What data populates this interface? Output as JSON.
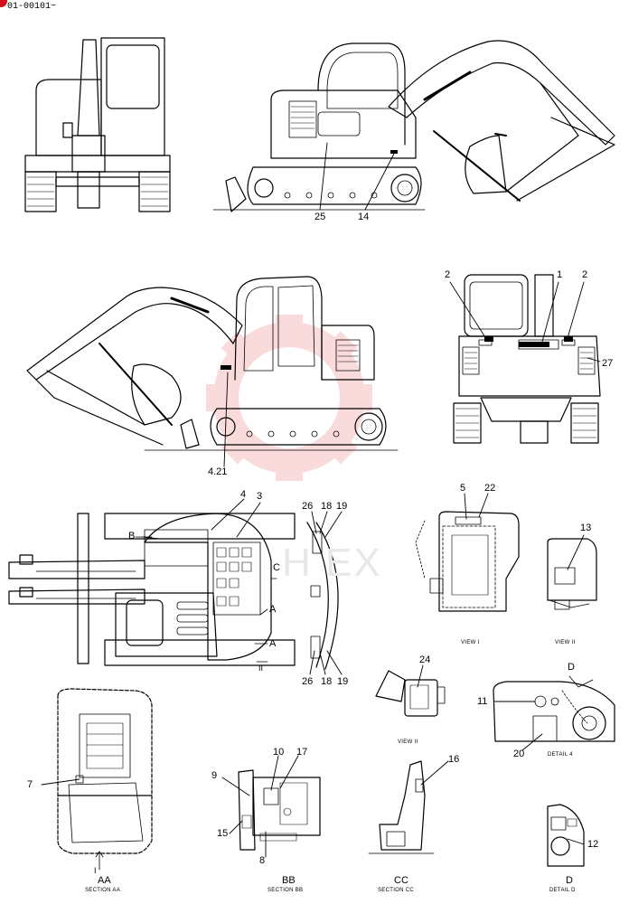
{
  "header": {
    "code": "01-00101~",
    "accent": "#d0101a"
  },
  "watermark": {
    "text": "H EX",
    "color": "#f3b0b0"
  },
  "labels": {
    "l25": "25",
    "l14": "14",
    "l2a": "2",
    "l1": "1",
    "l2b": "2",
    "l27": "27",
    "l421": "4.21",
    "l4": "4",
    "l3": "3",
    "lB": "B",
    "lC": "C",
    "lA1": "A",
    "lA2": "A",
    "l26a": "26",
    "l18a": "18",
    "l19a": "19",
    "l26b": "26",
    "l18b": "18",
    "l19b": "19",
    "l5": "5",
    "l22": "22",
    "l13": "13",
    "l24": "24",
    "lD": "D",
    "l11": "11",
    "l20": "20",
    "l7": "7",
    "l9": "9",
    "l10": "10",
    "l17": "17",
    "l15": "15",
    "l8": "8",
    "l16": "16",
    "l12": "12",
    "lI": "I",
    "lII": "II"
  },
  "captions": {
    "view1": "VIEW I",
    "view2a": "VIEW II",
    "view2b": "VIEW II",
    "detail4": "DETAIL 4",
    "aa_big": "AA",
    "aa_small": "SECTION AA",
    "bb_big": "BB",
    "bb_small": "SECTION BB",
    "cc_big": "CC",
    "cc_small": "SECTION CC",
    "d_big": "D",
    "d_small": "DETAIL D"
  }
}
